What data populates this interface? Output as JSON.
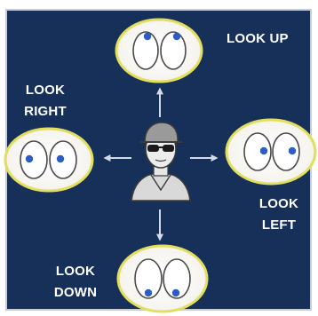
{
  "labels": {
    "look_up": "LOOK UP",
    "look_right": [
      "LOOK",
      "RIGHT"
    ],
    "look_left": [
      "LOOK",
      "LEFT"
    ],
    "look_down": [
      "LOOK",
      "DOWN"
    ]
  },
  "icons": {
    "center": "person-with-sunglasses-icon",
    "eyes": "eyes-icon",
    "arrows": "arrow-icon"
  },
  "colors": {
    "background": "#16305a",
    "eye_border": "#e2df5e",
    "eye_fill": "#ffffff",
    "pupil": "#2c5cc4",
    "arrow": "#d5dbe6",
    "text": "#ffffff"
  }
}
